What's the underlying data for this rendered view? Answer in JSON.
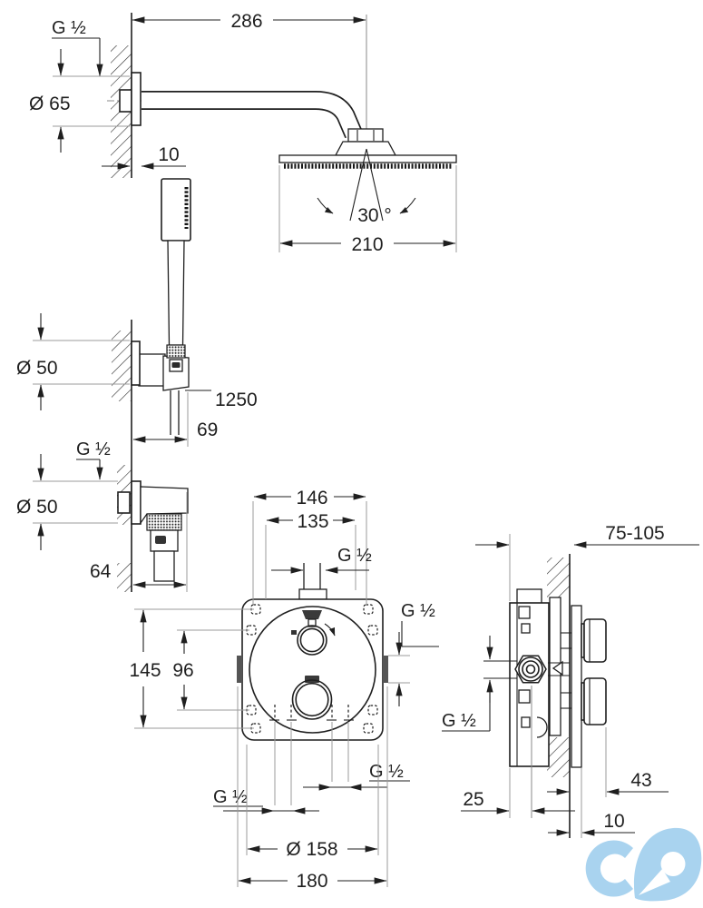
{
  "drawing": {
    "kind": "shower-system-installation-drawing",
    "colors": {
      "line": "#1f1f1f",
      "extension_line": "#9b9b9b",
      "watermark": "#a9d3ef"
    },
    "top_assembly": {
      "thread": "G ½",
      "arm_reach": "286",
      "flange_dia": "Ø 65",
      "wall_offset": "10",
      "swivel_angle": "30 °",
      "head_dia": "210"
    },
    "hand_shower": {
      "holder_dia": "Ø 50",
      "hose_length": "1250",
      "holder_depth": "69"
    },
    "outlet_elbow": {
      "thread": "G ½",
      "flange_dia": "Ø 50",
      "depth": "64"
    },
    "mixer_front": {
      "hole_spacing_outer": "146",
      "hole_spacing_inner": "135",
      "top_thread": "G ½",
      "right_thread": "G ½",
      "height_outer": "145",
      "height_inner": "96",
      "bottom_left_thread": "G ½",
      "bottom_right_thread": "G ½",
      "plate_dia": "Ø 158",
      "plate_width": "180"
    },
    "mixer_side": {
      "depth_range": "75-105",
      "side_thread": "G ½",
      "knob_length": "43",
      "body_depth": "25",
      "plate_offset": "10"
    }
  }
}
